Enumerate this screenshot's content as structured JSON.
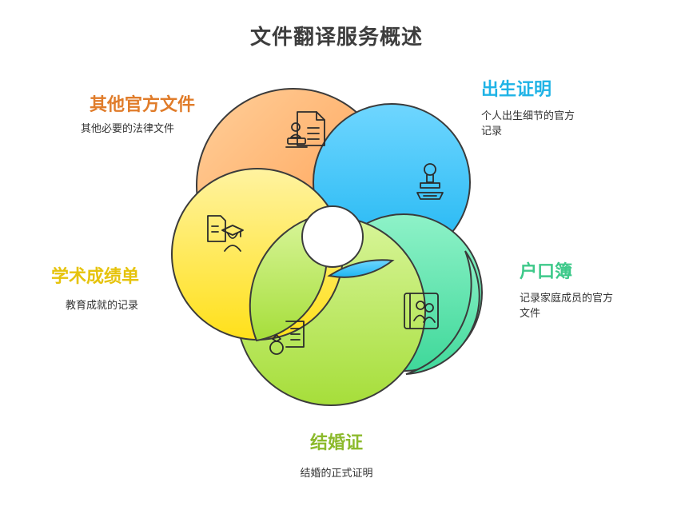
{
  "title": "文件翻译服务概述",
  "segments": [
    {
      "id": "birth",
      "label": "出生证明",
      "desc_line1": "个人出生细节的官方",
      "desc_line2": "记录",
      "color": "#1fb3e6",
      "icon": "stamp-icon"
    },
    {
      "id": "hukou",
      "label": "户口簿",
      "desc_line1": "记录家庭成员的官方",
      "desc_line2": "文件",
      "color": "#3ec98a",
      "icon": "family-register-icon"
    },
    {
      "id": "marriage",
      "label": "结婚证",
      "desc_line1": "结婚的正式证明",
      "color": "#8cba2c",
      "icon": "ring-document-icon"
    },
    {
      "id": "academic",
      "label": "学术成绩单",
      "desc_line1": "教育成就的记录",
      "color": "#e6c30c",
      "icon": "graduate-document-icon"
    },
    {
      "id": "other",
      "label": "其他官方文件",
      "desc_line1": "其他必要的法律文件",
      "color": "#e07c2a",
      "icon": "stamped-document-icon"
    }
  ]
}
